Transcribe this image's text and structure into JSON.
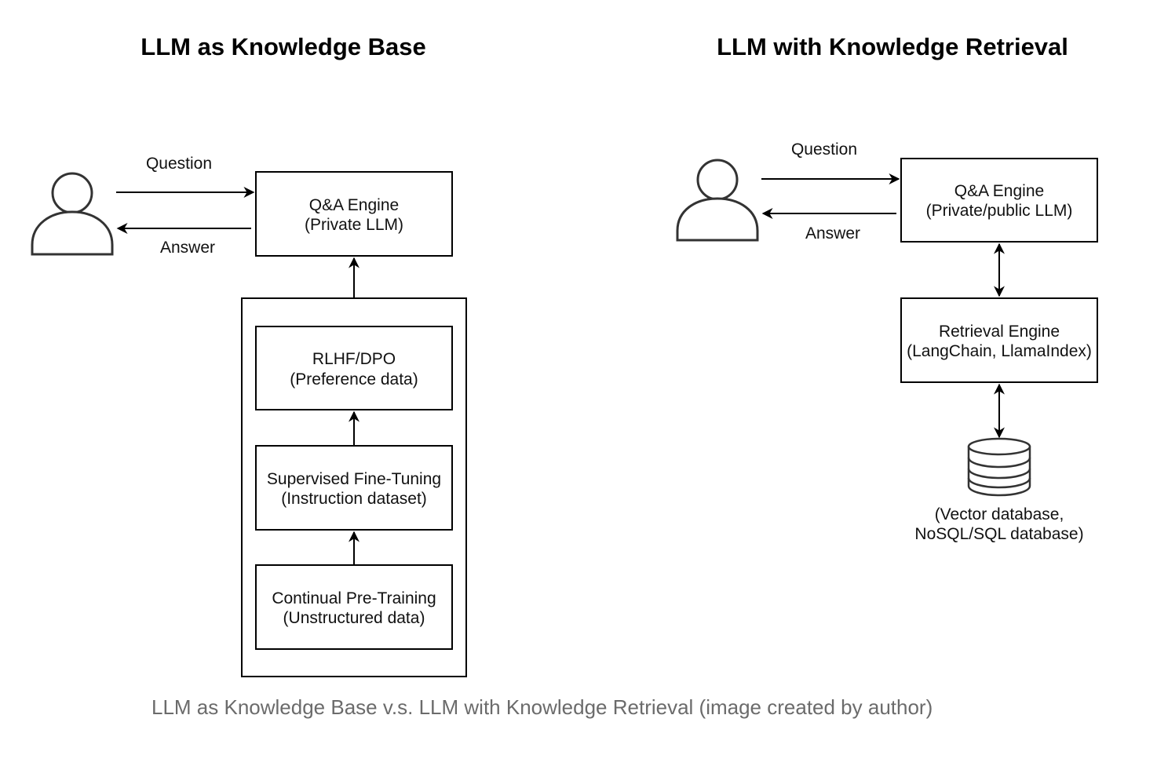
{
  "left": {
    "title": "LLM as Knowledge Base",
    "question_label": "Question",
    "answer_label": "Answer",
    "qa_engine": {
      "line1": "Q&A Engine",
      "line2": "(Private LLM)"
    },
    "rlhf": {
      "line1": "RLHF/DPO",
      "line2": "(Preference data)"
    },
    "sft": {
      "line1": "Supervised Fine-Tuning",
      "line2": "(Instruction dataset)"
    },
    "cpt": {
      "line1": "Continual Pre-Training",
      "line2": "(Unstructured data)"
    }
  },
  "right": {
    "title": "LLM with Knowledge Retrieval",
    "question_label": "Question",
    "answer_label": "Answer",
    "qa_engine": {
      "line1": "Q&A Engine",
      "line2": "(Private/public LLM)"
    },
    "retrieval_engine": {
      "line1": "Retrieval Engine",
      "line2": "(LangChain, LlamaIndex)"
    },
    "database": {
      "line1": "(Vector database,",
      "line2": "NoSQL/SQL database)"
    }
  },
  "icons": {
    "left_user": "user-icon",
    "right_user": "user-icon",
    "database": "database-icon"
  },
  "caption": "LLM as Knowledge Base v.s. LLM with Knowledge Retrieval (image created by author)"
}
